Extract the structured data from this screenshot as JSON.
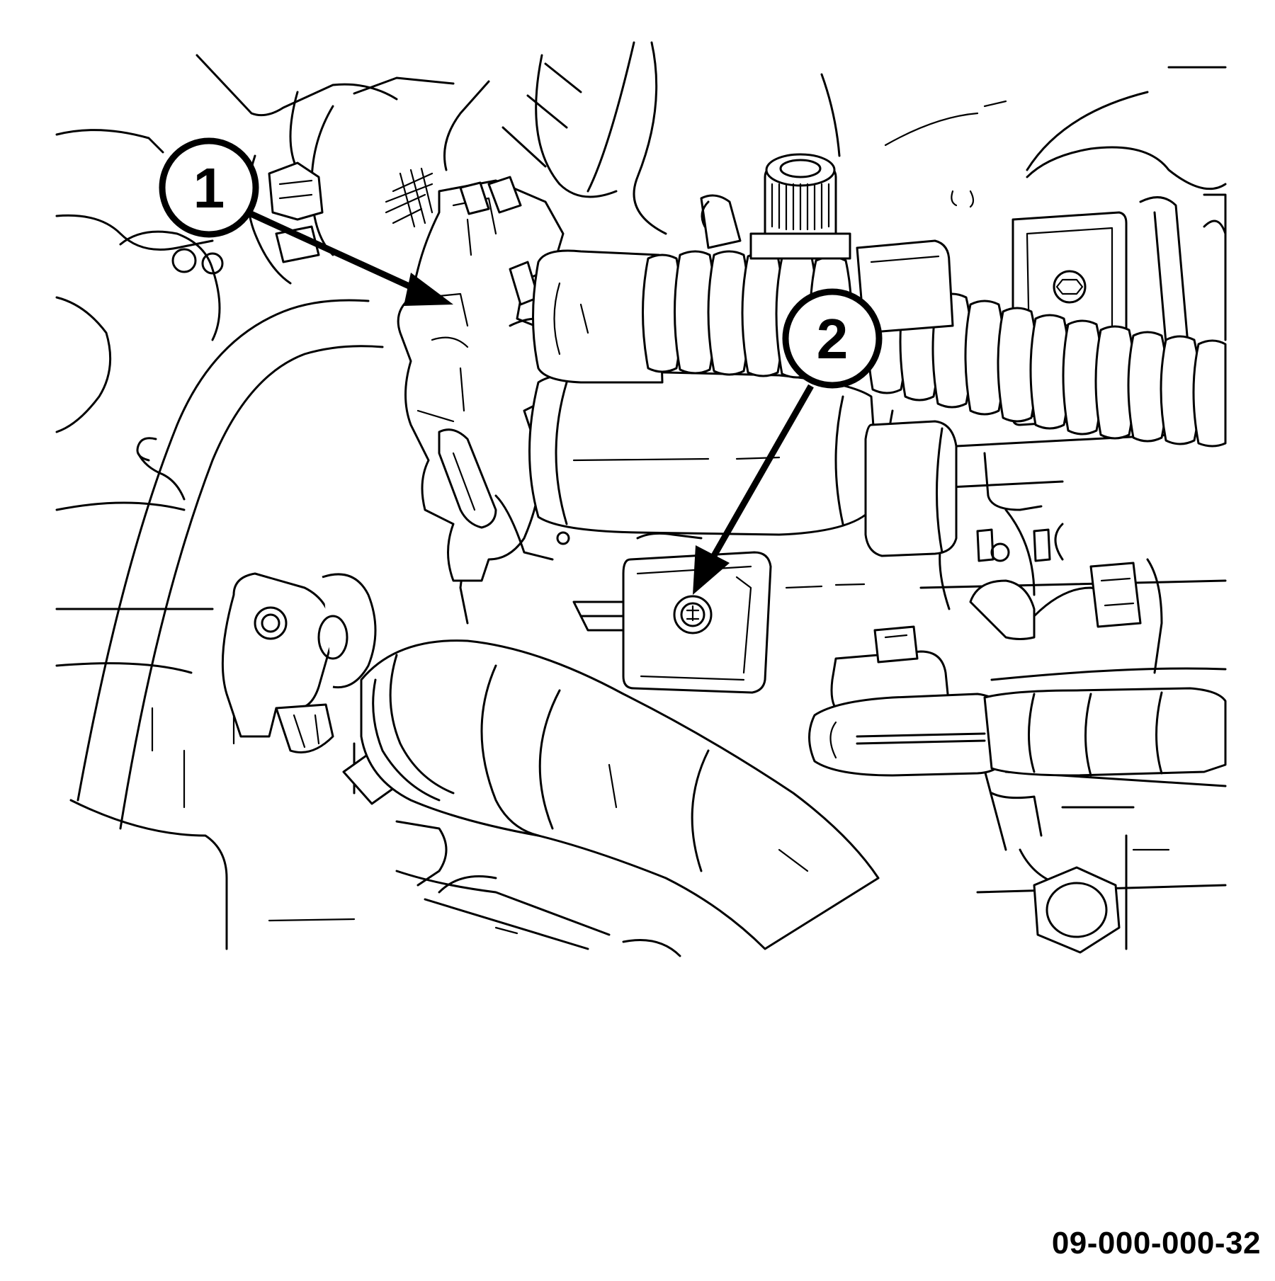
{
  "callouts": [
    {
      "label": "1"
    },
    {
      "label": "2"
    }
  ],
  "figure_id": "09-000-000-32"
}
